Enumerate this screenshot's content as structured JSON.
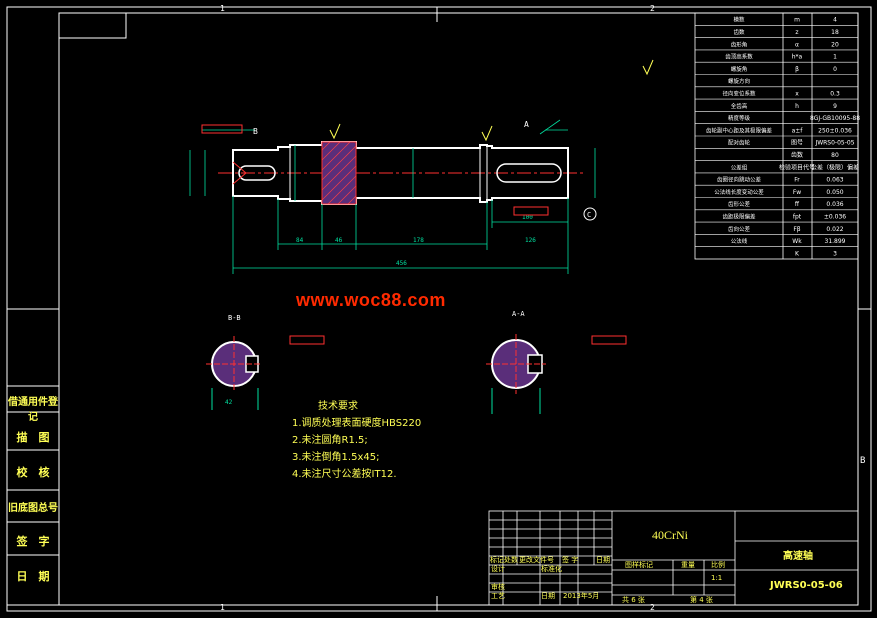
{
  "frame": {
    "zone_top": [
      "1",
      "2"
    ],
    "zone_bottom": [
      "1",
      "2"
    ],
    "zone_right": [
      "B"
    ]
  },
  "watermark": "www.woc88.com",
  "side_block": [
    "借通用件登记",
    "描　图",
    "校　核",
    "旧底图总号",
    "签　字",
    "日　期"
  ],
  "section_labels": {
    "left": "B-B",
    "right": "A-A"
  },
  "view_labels": {
    "a": "A",
    "b": "B",
    "c": "C"
  },
  "dims": {
    "total": "456",
    "d1": "46",
    "d2": "178",
    "d3": "100",
    "d4": "126",
    "d5": "84",
    "d6": "42"
  },
  "tech_notes": {
    "title": "技术要求",
    "items": [
      "1.调质处理表面硬度HBS220",
      "2.未注圆角R1.5;",
      "3.未注倒角1.5x45;",
      "4.未注尺寸公差按IT12."
    ]
  },
  "gear_table": {
    "rows": [
      [
        "模数",
        "m",
        "4"
      ],
      [
        "齿数",
        "z",
        "18"
      ],
      [
        "齿形角",
        "α",
        "20"
      ],
      [
        "齿顶高系数",
        "h*a",
        "1"
      ],
      [
        "螺旋角",
        "β",
        "0"
      ],
      [
        "螺旋方向",
        "",
        ""
      ],
      [
        "径向变位系数",
        "x",
        "0.3"
      ],
      [
        "全齿高",
        "h",
        "9"
      ],
      [
        "精度等级",
        "",
        "8GJ-GB10095-88"
      ],
      [
        "齿轮副中心距及其极限偏差",
        "a±f",
        "250±0.036"
      ],
      [
        "配对齿轮",
        "图号",
        "JWRS0-05-05"
      ],
      [
        "",
        "齿数",
        "80"
      ],
      [
        "公差组",
        "检验项目代号",
        "公差（极限）偏差"
      ],
      [
        "齿圈径向跳动公差",
        "Fr",
        "0.063"
      ],
      [
        "公法线长度变动公差",
        "Fw",
        "0.050"
      ],
      [
        "齿形公差",
        "ff",
        "0.036"
      ],
      [
        "齿距极限偏差",
        "fpt",
        "±0.036"
      ],
      [
        "齿向公差",
        "Fβ",
        "0.022"
      ],
      [
        "公法线",
        "Wk",
        "31.899"
      ],
      [
        "",
        "K",
        "3"
      ]
    ]
  },
  "title_block": {
    "material": "40CrNi",
    "part_name": "高速轴",
    "drawing_no": "JWRS0-05-06",
    "scale": "1:1",
    "sheet": "共 6 张",
    "sheet_no": "第 4 张",
    "date": "2013年5月",
    "rev_headers": [
      "标记",
      "处数",
      "更改文件号",
      "签 字",
      "日期"
    ],
    "row_labels": [
      "设计",
      "标准化",
      "审核",
      "工艺",
      "日期"
    ],
    "stage_headers": [
      "图样标记",
      "重量",
      "比例"
    ]
  }
}
